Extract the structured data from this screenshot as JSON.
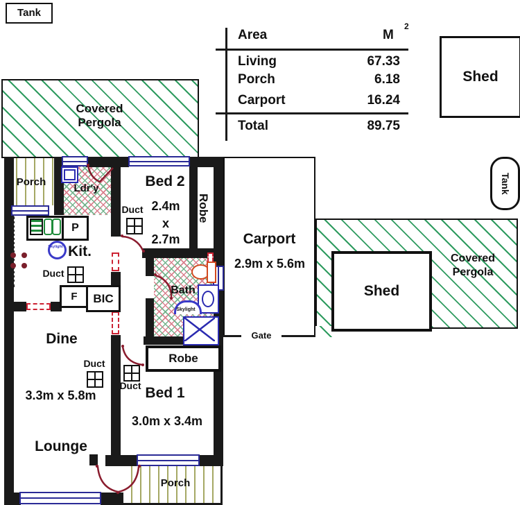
{
  "colors": {
    "wall": "#1a1a1a",
    "window_blue": "#2a2a96",
    "door_maroon": "#8a1c2e",
    "opening_red_dash": "#cc2233",
    "pergola_green": "#2e9b5f",
    "hatch_red": "#d9808e",
    "hatch_green": "#74b38c",
    "porch_stripe": "#a5a864",
    "toilet_orange": "#d2491f",
    "fixture_blue": "#2a2ab0",
    "skylight_blue": "#3a3ac8"
  },
  "tank_top": "Tank",
  "tank_right": "Tank",
  "shed_top": "Shed",
  "shed_right": "Shed",
  "pergola": {
    "line1": "Covered",
    "line2": "Pergola"
  },
  "area_table": {
    "col_area": "Area",
    "col_unit": "M",
    "col_unit_sup": "2",
    "rows": [
      {
        "label": "Living",
        "value": "67.33"
      },
      {
        "label": "Porch",
        "value": "6.18"
      },
      {
        "label": "Carport",
        "value": "16.24"
      }
    ],
    "total_label": "Total",
    "total_value": "89.75"
  },
  "rooms": {
    "porch_left": "Porch",
    "laundry": "Ldr'y",
    "bed2_name": "Bed 2",
    "bed2_w": "2.4m",
    "bed2_x": "x",
    "bed2_h": "2.7m",
    "robe": "Robe",
    "kitchen": "Kit.",
    "bath": "Bath",
    "dine_name": "Dine",
    "dine_dims": "3.3m x 5.8m",
    "lounge": "Lounge",
    "bed1_name": "Bed 1",
    "bed1_dims": "3.0m x 3.4m",
    "carport_name": "Carport",
    "carport_dims": "2.9m x 5.6m",
    "porch_bottom": "Porch"
  },
  "fixtures": {
    "pantry": "P",
    "fridge": "F",
    "bic": "BIC",
    "duct": "Duct",
    "skylight": "Skylight",
    "gate": "Gate"
  }
}
